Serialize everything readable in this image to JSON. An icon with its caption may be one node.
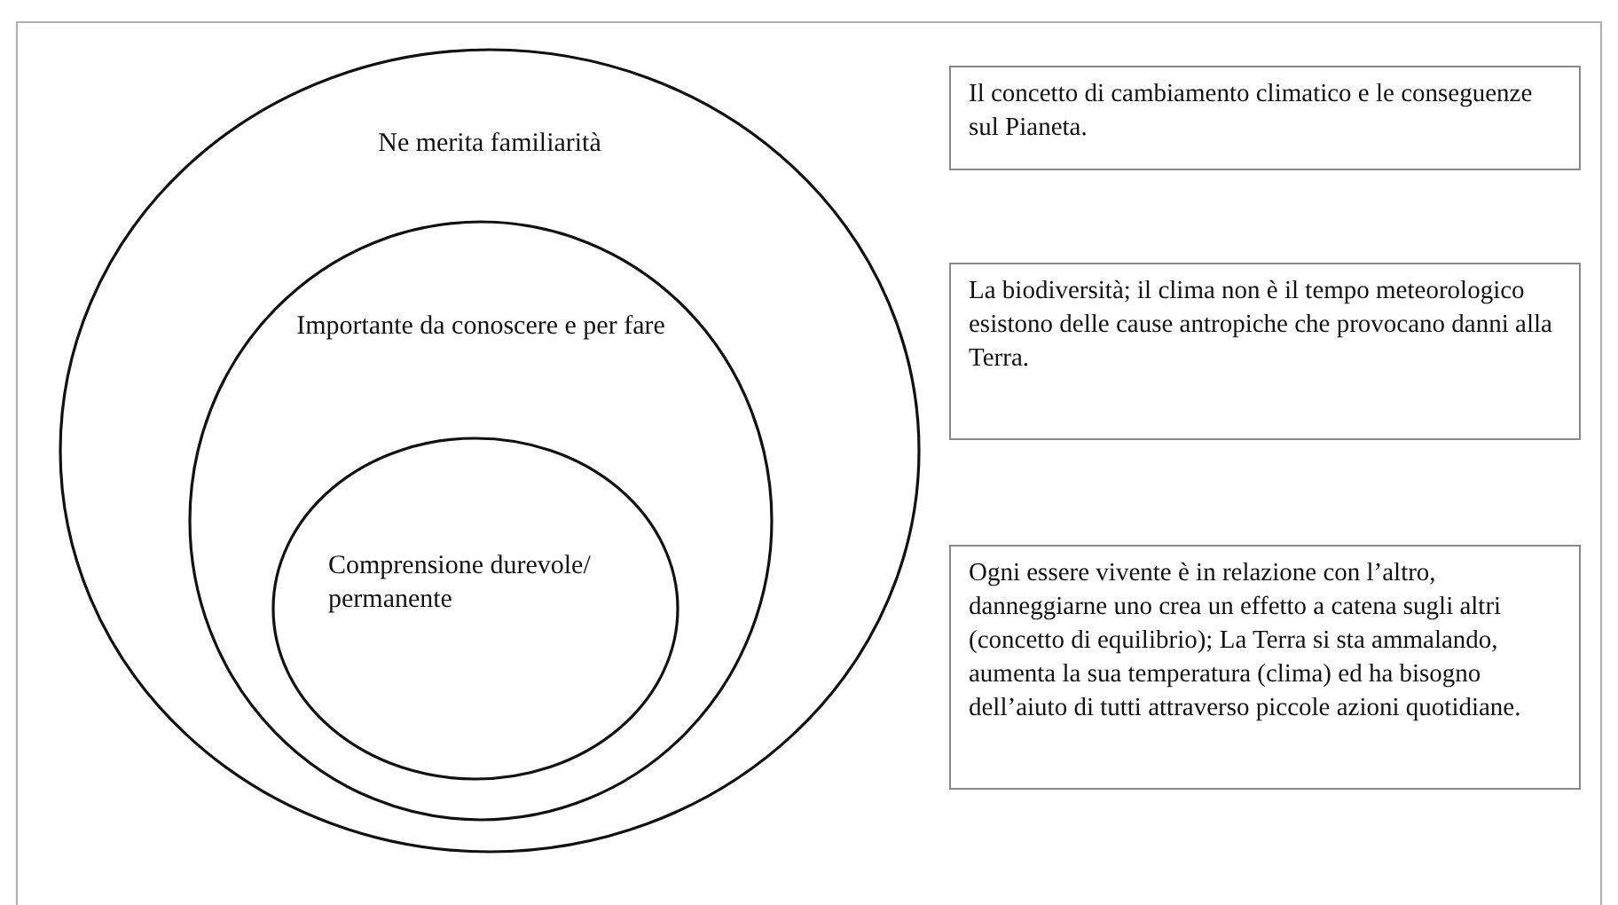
{
  "diagram": {
    "nodes": [
      {
        "text": [
          "Ne merita familiarità"
        ]
      },
      {
        "text": [
          "Importante da conoscere e per fare"
        ],
        "in": 0
      },
      {
        "text": [
          "Comprensione durevole/ permanente"
        ],
        "in": 1
      },
      {
        "text": [
          "Il concetto di cambiamento climatico e le conseguenze sul Pianeta."
        ]
      },
      {
        "text": [
          "La biodiversità; il clima non è il tempo meteorologico esistono delle cause antropiche che provocano danni alla Terra."
        ]
      },
      {
        "text": [
          "Ogni essere vivente è in relazione con l’altro, danneggiarne uno crea un effetto a catena sugli altri (concetto di equilibrio); La Terra si sta ammalando, aumenta la sua temperatura (clima) ed ha bisogno dell’aiuto di tutti attraverso piccole azioni quotidiane."
        ]
      }
    ]
  }
}
